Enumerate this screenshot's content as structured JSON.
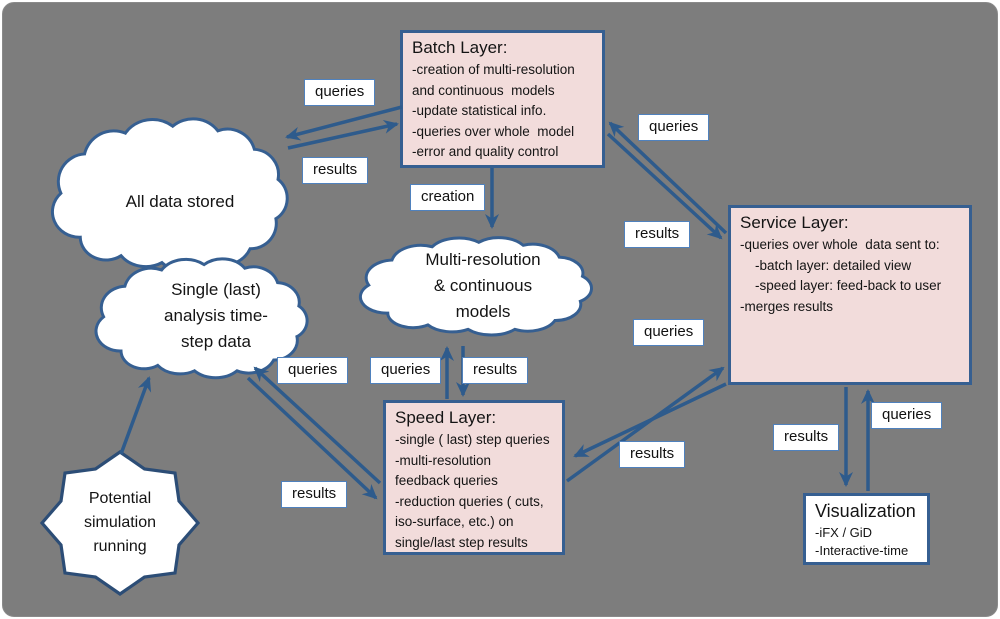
{
  "colors": {
    "background": "#7D7D7D",
    "box_fill": "#F2DCDB",
    "outline_blue": "#365F91",
    "arrow_blue": "#2E5B8C",
    "label_border": "#4F81BD",
    "shape_fill": "#FFFFFF",
    "text": "#141414"
  },
  "boxes": {
    "batch": {
      "title": "Batch Layer:",
      "lines": [
        "-creation of multi-resolution",
        "and continuous  models",
        "-update statistical info.",
        "-queries over whole  model",
        "-error and quality control"
      ]
    },
    "service": {
      "title": "Service Layer:",
      "lines": [
        "-queries over whole  data sent to:",
        "    -batch layer: detailed view",
        "    -speed layer: feed-back to user",
        "-merges results"
      ]
    },
    "speed": {
      "title": "Speed Layer:",
      "lines": [
        "-single ( last) step queries",
        "-multi-resolution",
        "feedback queries",
        "-reduction queries ( cuts,",
        "iso-surface, etc.) on",
        "single/last step results"
      ]
    },
    "visualization": {
      "title": "Visualization",
      "lines": [
        "-iFX / GiD",
        "-Interactive-time"
      ]
    }
  },
  "clouds": {
    "all_data": {
      "lines": [
        "All data stored"
      ]
    },
    "single_last": {
      "lines": [
        "Single (last)",
        "analysis time-",
        "step data"
      ]
    },
    "multi_res": {
      "lines": [
        "Multi-resolution",
        "& continuous",
        "models"
      ]
    }
  },
  "burst": {
    "lines": [
      "Potential",
      "simulation",
      "running"
    ]
  },
  "labels": [
    {
      "text": "queries"
    },
    {
      "text": "results"
    },
    {
      "text": "queries"
    },
    {
      "text": "results"
    },
    {
      "text": "creation"
    },
    {
      "text": "queries"
    },
    {
      "text": "queries"
    },
    {
      "text": "results"
    },
    {
      "text": "queries"
    },
    {
      "text": "results"
    },
    {
      "text": "results"
    },
    {
      "text": "results"
    },
    {
      "text": "queries"
    }
  ]
}
